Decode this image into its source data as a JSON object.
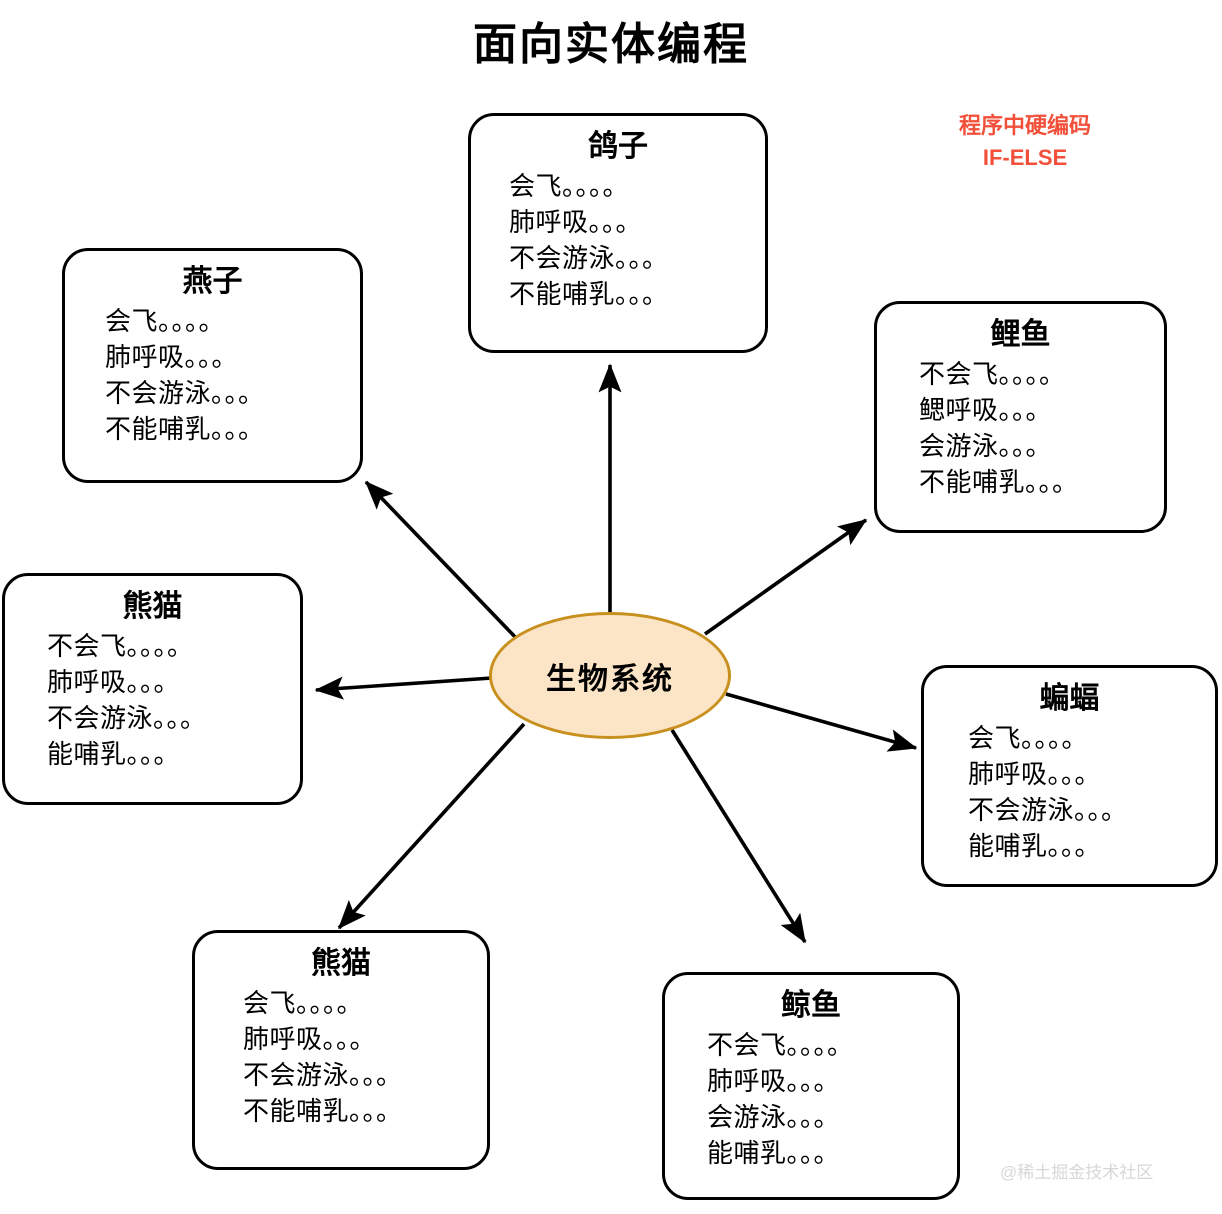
{
  "title": "面向实体编程",
  "note": {
    "line1": "程序中硬编码",
    "line2": "IF-ELSE",
    "color": "#f2503a"
  },
  "hub": {
    "label": "生物系统",
    "fill": "#fce4c6",
    "stroke": "#c8901e"
  },
  "watermark": "@稀土掘金技术社区",
  "colors": {
    "box_border": "#000000",
    "arrow": "#000000",
    "background": "#ffffff",
    "text": "#000000"
  },
  "entities": [
    {
      "name": "鸽子",
      "attrs": [
        "会飞。。。。",
        "肺呼吸。。。",
        "不会游泳。。。",
        "不能哺乳。。。"
      ]
    },
    {
      "name": "燕子",
      "attrs": [
        "会飞。。。。",
        "肺呼吸。。。",
        "不会游泳。。。",
        "不能哺乳。。。"
      ]
    },
    {
      "name": "鲤鱼",
      "attrs": [
        "不会飞。。。。",
        "鳃呼吸。。。",
        "会游泳。。。",
        "不能哺乳。。。"
      ]
    },
    {
      "name": "熊猫",
      "attrs": [
        "不会飞。。。。",
        "肺呼吸。。。",
        "不会游泳。。。",
        "能哺乳。。。"
      ]
    },
    {
      "name": "蝙蝠",
      "attrs": [
        "会飞。。。。",
        "肺呼吸。。。",
        "不会游泳。。。",
        "能哺乳。。。"
      ]
    },
    {
      "name": "熊猫",
      "attrs": [
        "会飞。。。。",
        "肺呼吸。。。",
        "不会游泳。。。",
        "不能哺乳。。。"
      ]
    },
    {
      "name": "鲸鱼",
      "attrs": [
        "不会飞。。。。",
        "肺呼吸。。。",
        "会游泳。。。",
        "能哺乳。。。"
      ]
    }
  ]
}
